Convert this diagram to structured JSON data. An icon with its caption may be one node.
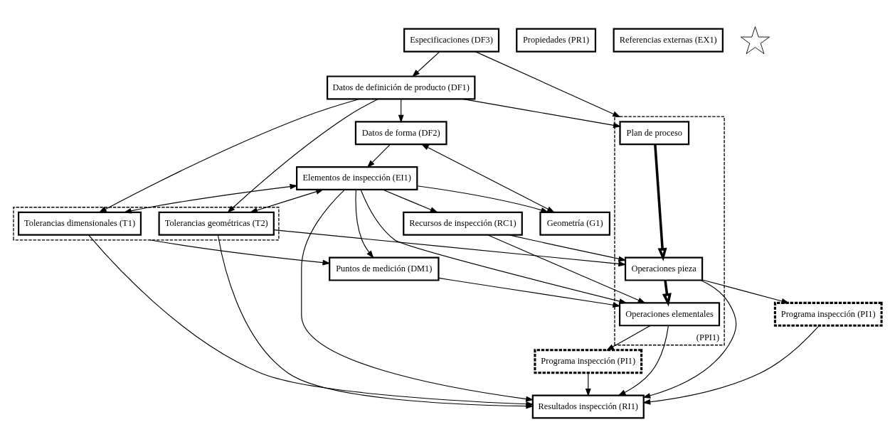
{
  "diagram": {
    "nodes": [
      {
        "text": [
          "Especificaciones (DF3)"
        ]
      },
      {
        "text": [
          "Datos de definición de producto (DF1)"
        ]
      },
      {
        "text": [
          "(PPI1)"
        ]
      },
      {
        "text": [
          "Plan de proceso"
        ],
        "in": 2
      },
      {
        "text": [
          "Operaciones pieza"
        ],
        "in": 2
      },
      {
        "text": [
          "Operaciones elementales"
        ],
        "in": 2
      },
      {
        "text": [
          "Propiedades (PR1)"
        ]
      },
      {
        "text": [
          "Referencias externas (EX1)"
        ]
      },
      {
        "text": [
          "Datos de forma (DF2)"
        ]
      },
      {
        "text": [
          "Geometría (G1)"
        ]
      },
      {
        "text": [
          "Recursos de inspección (RC1)"
        ]
      },
      {
        "text": [
          "Programa inspección (PI1)"
        ]
      },
      {
        "text": [],
        "shape": "star"
      },
      {
        "text": [
          "Programa inspección (PI1)"
        ]
      },
      {
        "text": [],
        "shape": "box"
      },
      {
        "text": [
          "Tolerancias dimensionales (T1)"
        ],
        "in": 14
      },
      {
        "text": [
          "Tolerancias geométricas (T2)"
        ],
        "in": 14
      },
      {
        "text": [
          "Puntos de medición (DM1)"
        ]
      },
      {
        "text": [
          "Elementos de inspección (EI1)"
        ]
      },
      {
        "text": [
          "Resultados inspección (RI1)"
        ]
      }
    ],
    "edges": [
      {
        "from": 0,
        "to": 1,
        "arrow": "to"
      },
      {
        "from": 0,
        "to": 2,
        "arrow": "to"
      },
      {
        "from": 1,
        "to": 3,
        "arrow": "to"
      },
      {
        "from": 1,
        "to": 8,
        "arrow": "to"
      },
      {
        "from": 1,
        "to": 15,
        "arrow": "to"
      },
      {
        "from": 1,
        "to": 16,
        "arrow": "to"
      },
      {
        "from": 3,
        "to": 4,
        "arrow": "to",
        "style": "thick"
      },
      {
        "from": 4,
        "to": 5,
        "arrow": "to",
        "style": "thick"
      },
      {
        "from": 8,
        "to": 9,
        "arrow": "both"
      },
      {
        "from": 8,
        "to": 18,
        "arrow": "to"
      },
      {
        "from": 18,
        "to": 9,
        "arrow": "to"
      },
      {
        "from": 18,
        "to": 10,
        "arrow": "to"
      },
      {
        "from": 16,
        "to": 4,
        "arrow": "to"
      },
      {
        "from": 10,
        "to": 4,
        "arrow": "to"
      },
      {
        "from": 10,
        "to": 5,
        "arrow": "to"
      },
      {
        "from": 14,
        "to": 17,
        "arrow": "to"
      },
      {
        "from": 17,
        "to": 5,
        "arrow": "to"
      },
      {
        "from": 18,
        "to": 17,
        "arrow": "to"
      },
      {
        "from": 18,
        "to": 5,
        "arrow": "to"
      },
      {
        "from": 18,
        "to": 16,
        "arrow": "both"
      },
      {
        "from": 18,
        "to": 15,
        "arrow": "both"
      },
      {
        "from": 18,
        "to": 19,
        "arrow": "to"
      },
      {
        "from": 15,
        "to": 19,
        "arrow": "to"
      },
      {
        "from": 16,
        "to": 19,
        "arrow": "to"
      },
      {
        "from": 5,
        "to": 19,
        "arrow": "to"
      },
      {
        "from": 4,
        "to": 19,
        "arrow": "to"
      },
      {
        "from": 4,
        "to": 11,
        "arrow": "to"
      },
      {
        "from": 5,
        "to": 13,
        "arrow": "to"
      },
      {
        "from": 11,
        "to": 19,
        "arrow": "to"
      },
      {
        "from": 13,
        "to": 19,
        "arrow": "to"
      }
    ]
  }
}
